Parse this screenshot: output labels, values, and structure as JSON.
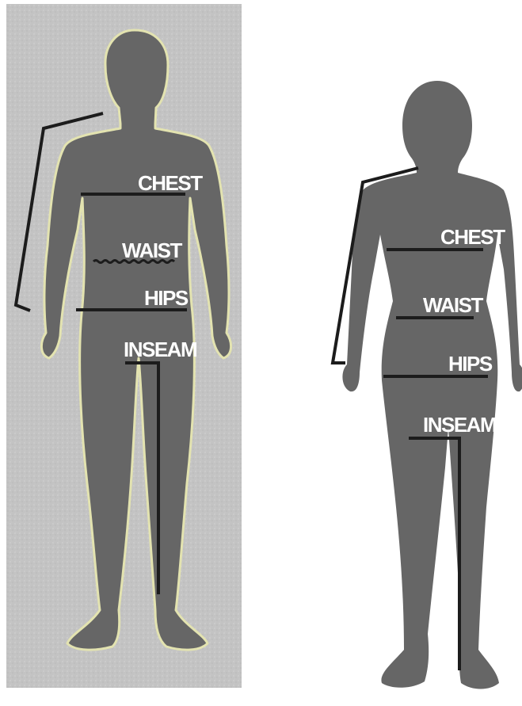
{
  "colors": {
    "page_background": "#ffffff",
    "panel_background": "#c3c3c3",
    "silhouette": "#666666",
    "silhouette_outline": "#e3e3b0",
    "measure_line": "#1c1c1c",
    "label_text": "#ffffff"
  },
  "male": {
    "labels": {
      "chest": "CHEST",
      "waist": "WAIST",
      "hips": "HIPS",
      "inseam": "INSEAM"
    }
  },
  "female": {
    "labels": {
      "chest": "CHEST",
      "waist": "WAIST",
      "hips": "HIPS",
      "inseam": "INSEAM"
    }
  }
}
